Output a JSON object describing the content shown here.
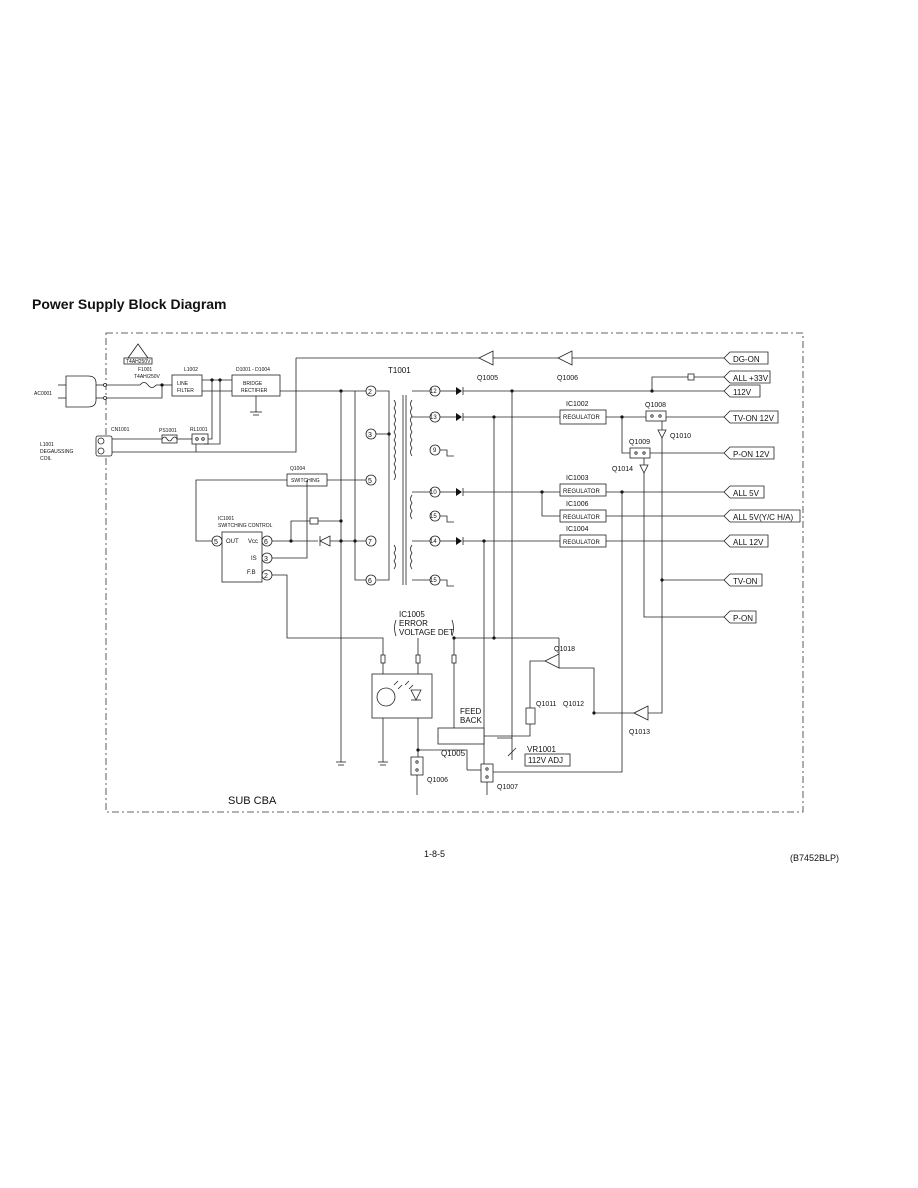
{
  "title": "Power Supply Block Diagram",
  "footer": {
    "page": "1-8-5",
    "code": "(B7452BLP)"
  },
  "diagram": {
    "input": {
      "ac": "AC0001",
      "warning": "T4AH250V",
      "fuse_ref": "F1001",
      "fuse_value": "T4AH/250V",
      "cn": "CN1001",
      "ps": "PS1001",
      "rl": "RL1001",
      "coil_ref": "L1001",
      "coil_l1": "DEGAUSSING",
      "coil_l2": "COIL"
    },
    "line_filter": {
      "ref": "L1002",
      "l1": "LINE",
      "l2": "FILTER"
    },
    "rectifier": {
      "ref": "D1001 - D1004",
      "l1": "BRIDGE",
      "l2": "RECTIFIER"
    },
    "transformer": "T1001",
    "pins": {
      "p2": "2",
      "p3": "3",
      "p5": "5",
      "p7": "7",
      "p6": "6",
      "p12": "12",
      "p13": "13",
      "p9": "9",
      "p10": "10",
      "p15a": "15",
      "p14": "14",
      "p15b": "15"
    },
    "switching": {
      "ref": "Q1004",
      "label": "SWITCHING"
    },
    "ic1001": {
      "ref": "IC1001",
      "name": "SWITCHING CONTROL",
      "out": "OUT",
      "vcc": "Vcc",
      "is": "IS",
      "fb": "F.B",
      "pin_out": "5",
      "pin_vcc": "6",
      "pin_is": "3",
      "pin_fb": "2"
    },
    "regulators": {
      "ic1002": {
        "ref": "IC1002",
        "label": "REGULATOR"
      },
      "ic1003": {
        "ref": "IC1003",
        "label": "REGULATOR"
      },
      "ic1006": {
        "ref": "IC1006",
        "label": "REGULATOR"
      },
      "ic1004": {
        "ref": "IC1004",
        "label": "REGULATOR"
      }
    },
    "transistors": {
      "q1005_top": "Q1005",
      "q1006_top": "Q1006",
      "q1008": "Q1008",
      "q1010": "Q1010",
      "q1009": "Q1009",
      "q1014": "Q1014",
      "q1018": "Q1018",
      "q1011": "Q1011",
      "q1012": "Q1012",
      "q1013": "Q1013",
      "q1005_bot": "Q1005",
      "q1006_bot": "Q1006",
      "q1007": "Q1007"
    },
    "outputs": {
      "dg_on": "DG-ON",
      "all_33v": "ALL +33V",
      "v112": "112V",
      "tv_on_12v": "TV-ON 12V",
      "p_on_12v": "P-ON 12V",
      "all_5v": "ALL 5V",
      "all_5v_yc": "ALL 5V(Y/C H/A)",
      "all_12v": "ALL 12V",
      "tv_on": "TV-ON",
      "p_on": "P-ON"
    },
    "ic1005": {
      "ref": "IC1005",
      "l1": "ERROR",
      "l2": "VOLTAGE DET"
    },
    "feedback": {
      "l1": "FEED",
      "l2": "BACK"
    },
    "vr1001": {
      "ref": "VR1001",
      "label": "112V ADJ"
    },
    "sub_cba": "SUB CBA"
  }
}
